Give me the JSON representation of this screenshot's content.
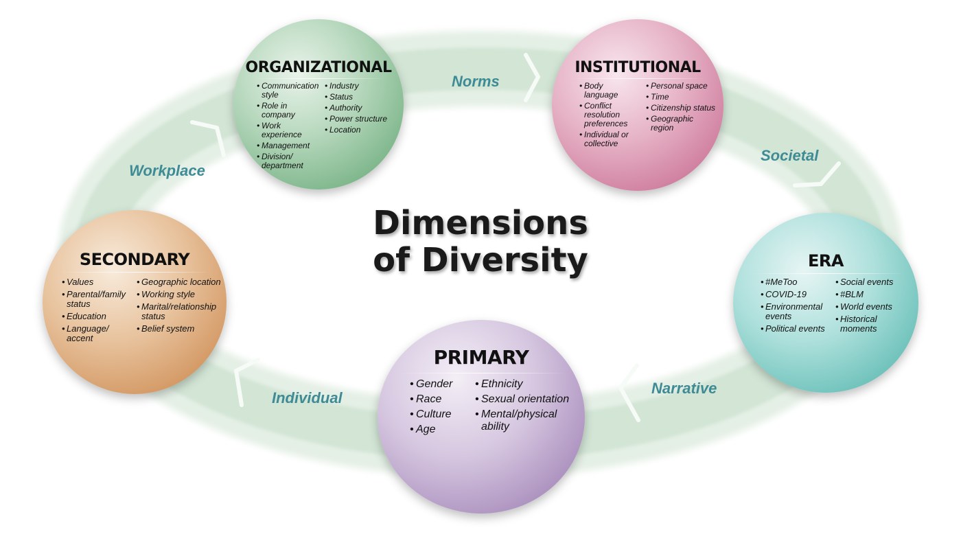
{
  "title": {
    "line1": "Dimensions",
    "line2": "of Diversity"
  },
  "connectors": {
    "norms": "Norms",
    "societal": "Societal",
    "narrative": "Narrative",
    "individual": "Individual",
    "workplace": "Workplace"
  },
  "colors": {
    "ring": "#d6e8d9",
    "connector_text": "#3e8b96",
    "organizational": "#7fb78c",
    "institutional": "#d080a0",
    "secondary": "#d49a66",
    "era": "#6fc2bb",
    "primary": "#ad93c0"
  },
  "circles": {
    "organizational": {
      "title": "ORGANIZATIONAL",
      "col1": [
        "Communication style",
        "Role in company",
        "Work experience",
        "Management",
        "Division/ department"
      ],
      "col2": [
        "Industry",
        "Status",
        "Authority",
        "Power structure",
        "Location"
      ]
    },
    "institutional": {
      "title": "INSTITUTIONAL",
      "col1": [
        "Body language",
        "Conflict resolution preferences",
        "Individual or collective"
      ],
      "col2": [
        "Personal space",
        "Time",
        "Citizenship status",
        "Geographic region"
      ]
    },
    "secondary": {
      "title": "SECONDARY",
      "col1": [
        "Values",
        "Parental/family status",
        "Education",
        "Language/ accent"
      ],
      "col2": [
        "Geographic location",
        "Working style",
        "Marital/relationship status",
        "Belief system"
      ]
    },
    "era": {
      "title": "ERA",
      "col1": [
        "#MeToo",
        "COVID-19",
        "Environmental events",
        "Political events"
      ],
      "col2": [
        "Social events",
        "#BLM",
        "World events",
        "Historical moments"
      ]
    },
    "primary": {
      "title": "PRIMARY",
      "col1": [
        "Gender",
        "Race",
        "Culture",
        "Age"
      ],
      "col2": [
        "Ethnicity",
        "Sexual orientation",
        "Mental/physical ability"
      ]
    }
  }
}
